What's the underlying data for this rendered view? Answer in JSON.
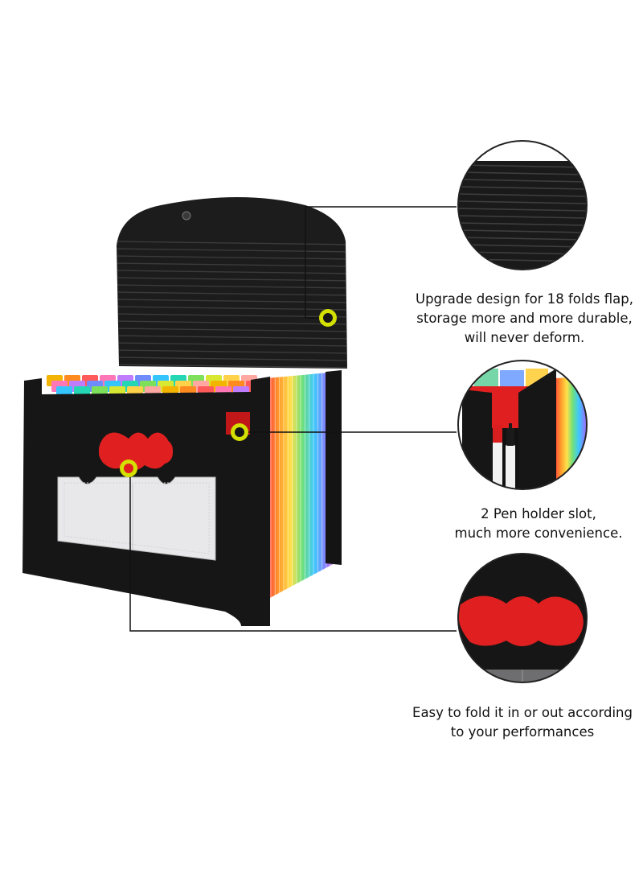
{
  "features": [
    {
      "id": "flap",
      "caption": "Upgrade design for 18 folds flap,\nstorage more and more durable,\nwill never deform.",
      "detail_icon": "pleated-flap-closeup"
    },
    {
      "id": "pen-holder",
      "caption": "2 Pen holder slot,\nmuch more convenience.",
      "detail_icon": "pen-holder-closeup"
    },
    {
      "id": "handle",
      "caption": "Easy to fold it in or out according\nto your performances",
      "detail_icon": "handle-closeup"
    }
  ],
  "colors": {
    "body": "#161616",
    "flap": "#1c1c1c",
    "accent_red": "#e02020",
    "marker_ring": "#d4e000",
    "leader_line": "#111111"
  },
  "tab_colors": [
    "#f3b400",
    "#ff8a1f",
    "#ff5a5a",
    "#ff77b7",
    "#c07cff",
    "#6f8cff",
    "#34c5ff",
    "#25d6b4",
    "#7ee05a",
    "#d8e832",
    "#ffd24a",
    "#ffa7a0"
  ]
}
